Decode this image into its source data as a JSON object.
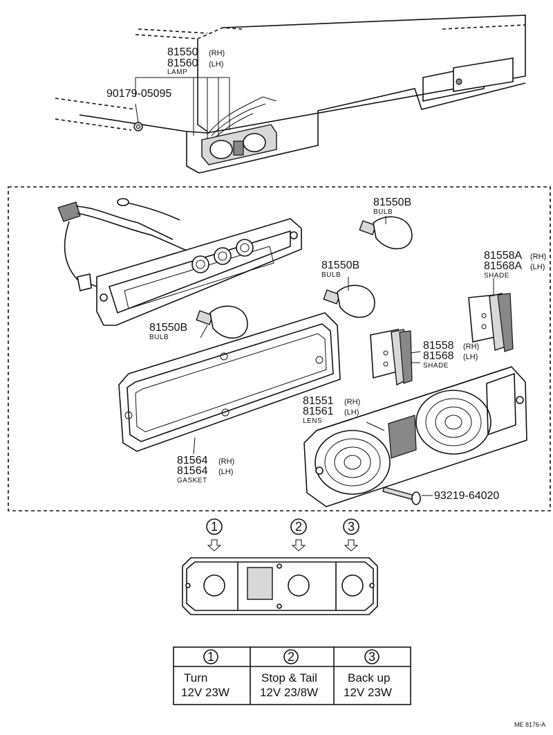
{
  "vehicle_view": {
    "lamp_rh": "81550",
    "lamp_rh_side": "(RH)",
    "lamp_lh": "81560",
    "lamp_lh_side": "(LH)",
    "lamp_name": "LAMP",
    "screw_top": "90179-05095"
  },
  "exploded_view": {
    "bulb_1_code": "81550B",
    "bulb_1_name": "BULB",
    "bulb_2_code": "81550B",
    "bulb_2_name": "BULB",
    "bulb_3_code": "81550B",
    "bulb_3_name": "BULB",
    "shade_a_rh": "81558A",
    "shade_a_rh_side": "(RH)",
    "shade_a_lh": "81568A",
    "shade_a_lh_side": "(LH)",
    "shade_a_name": "SHADE",
    "shade_rh": "81558",
    "shade_rh_side": "(RH)",
    "shade_lh": "81568",
    "shade_lh_side": "(LH)",
    "shade_name": "SHADE",
    "lens_rh": "81551",
    "lens_rh_side": "(RH)",
    "lens_lh": "81561",
    "lens_lh_side": "(LH)",
    "lens_name": "LENS",
    "gasket_rh": "81564",
    "gasket_rh_side": "(RH)",
    "gasket_lh": "81564",
    "gasket_lh_side": "(LH)",
    "gasket_name": "GASKET",
    "screw_bottom": "93219-64020"
  },
  "lamp_positions": {
    "markers": [
      "1",
      "2",
      "3"
    ]
  },
  "legend_table": {
    "headers": [
      "1",
      "2",
      "3"
    ],
    "rows": [
      {
        "function": "Turn",
        "spec": "12V 23W"
      },
      {
        "function": "Stop & Tail",
        "spec": "12V 23/8W"
      },
      {
        "function": "Back up",
        "spec": "12V 23W"
      }
    ]
  },
  "footer_code": "ME 8176-A"
}
